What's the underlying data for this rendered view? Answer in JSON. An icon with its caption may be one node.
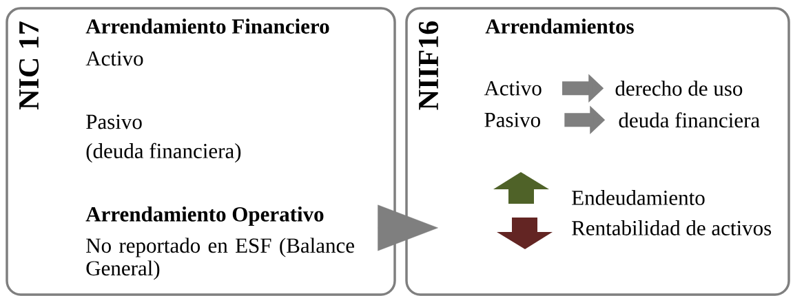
{
  "diagram": {
    "nodes": [
      {
        "text": [
          "NIC 17",
          "Arrendamiento Financiero",
          "Activo",
          "Pasivo",
          "(deuda financiera)",
          "Arrendamiento Operativo",
          "No reportado en ESF (Balance General)"
        ]
      },
      {
        "text": [
          "NIIF16",
          "Arrendamientos"
        ]
      },
      {
        "text": [
          "Activo"
        ],
        "in": 1
      },
      {
        "text": [
          "derecho de uso"
        ],
        "in": 1
      },
      {
        "text": [
          "Pasivo"
        ],
        "in": 1
      },
      {
        "text": [
          "deuda financiera"
        ],
        "in": 1
      }
    ],
    "edges": [
      {
        "from": 0,
        "to": 1,
        "arrow": "to"
      },
      {
        "from": 2,
        "to": 3,
        "arrow": "to"
      },
      {
        "from": 4,
        "to": 5,
        "arrow": "to"
      }
    ],
    "labels": [
      "Endeudamiento",
      "Rentabilidad de activos"
    ]
  }
}
